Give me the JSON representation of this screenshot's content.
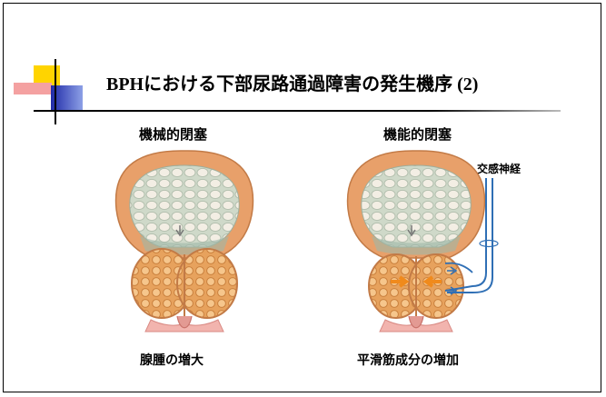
{
  "title": "BPHにおける下部尿路通過障害の発生機序 (2)",
  "left_panel": {
    "heading": "機械的閉塞",
    "caption": "腺腫の増大"
  },
  "right_panel": {
    "heading": "機能的閉塞",
    "nerve_label": "交感神経",
    "caption": "平滑筋成分の増加"
  }
}
